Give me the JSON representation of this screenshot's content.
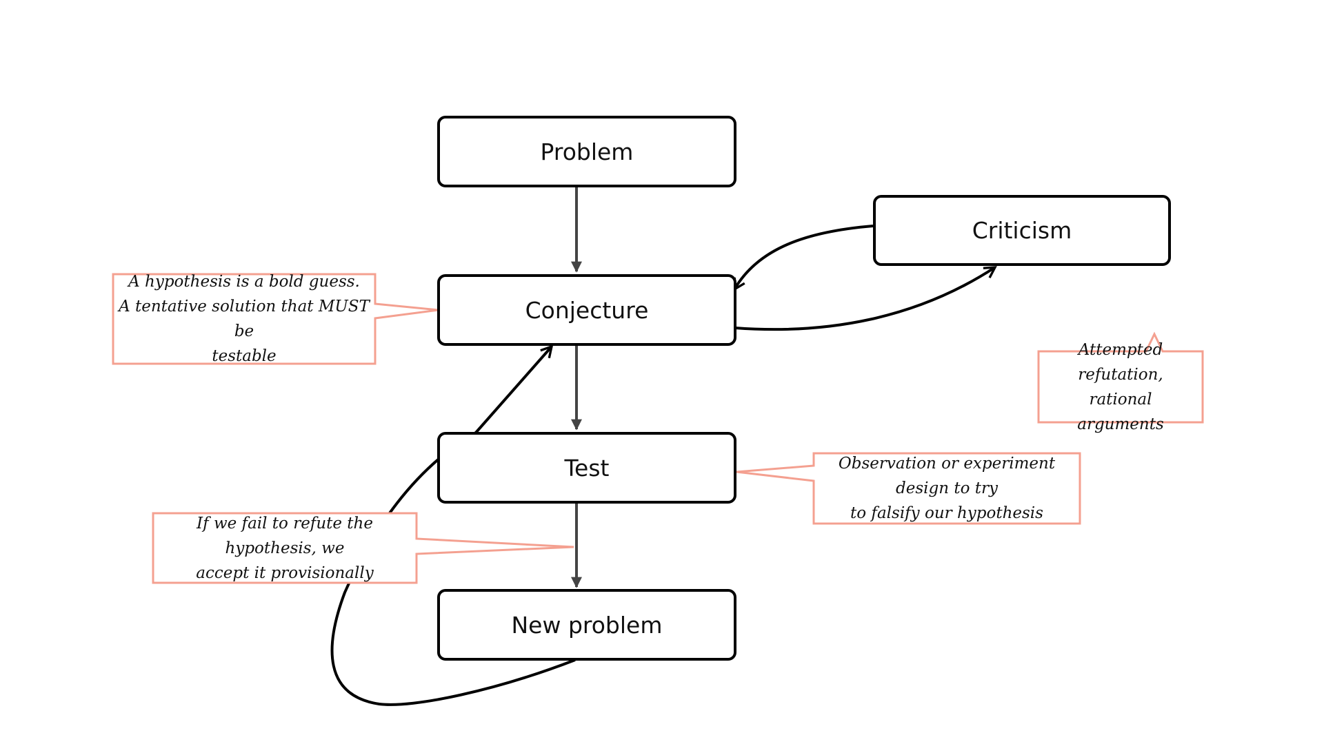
{
  "colors": {
    "node_border": "#000000",
    "arrow": "#444444",
    "curve": "#000000",
    "callout_border": "#f4a090",
    "background": "#ffffff"
  },
  "nodes": {
    "problem": "Problem",
    "conjecture": "Conjecture",
    "criticism": "Criticism",
    "test": "Test",
    "new_problem": "New problem"
  },
  "callouts": {
    "hypothesis": {
      "lines": [
        "A hypothesis is a bold guess.",
        "A tentative solution that MUST be",
        "testable"
      ]
    },
    "refutation": {
      "lines": [
        "Attempted refutation,",
        "rational arguments"
      ]
    },
    "observation": {
      "lines": [
        "Observation or experiment design to try",
        "to falsify our hypothesis"
      ]
    },
    "accept": {
      "lines": [
        "If we fail to refute the hypothesis, we",
        "accept it provisionally"
      ]
    }
  }
}
